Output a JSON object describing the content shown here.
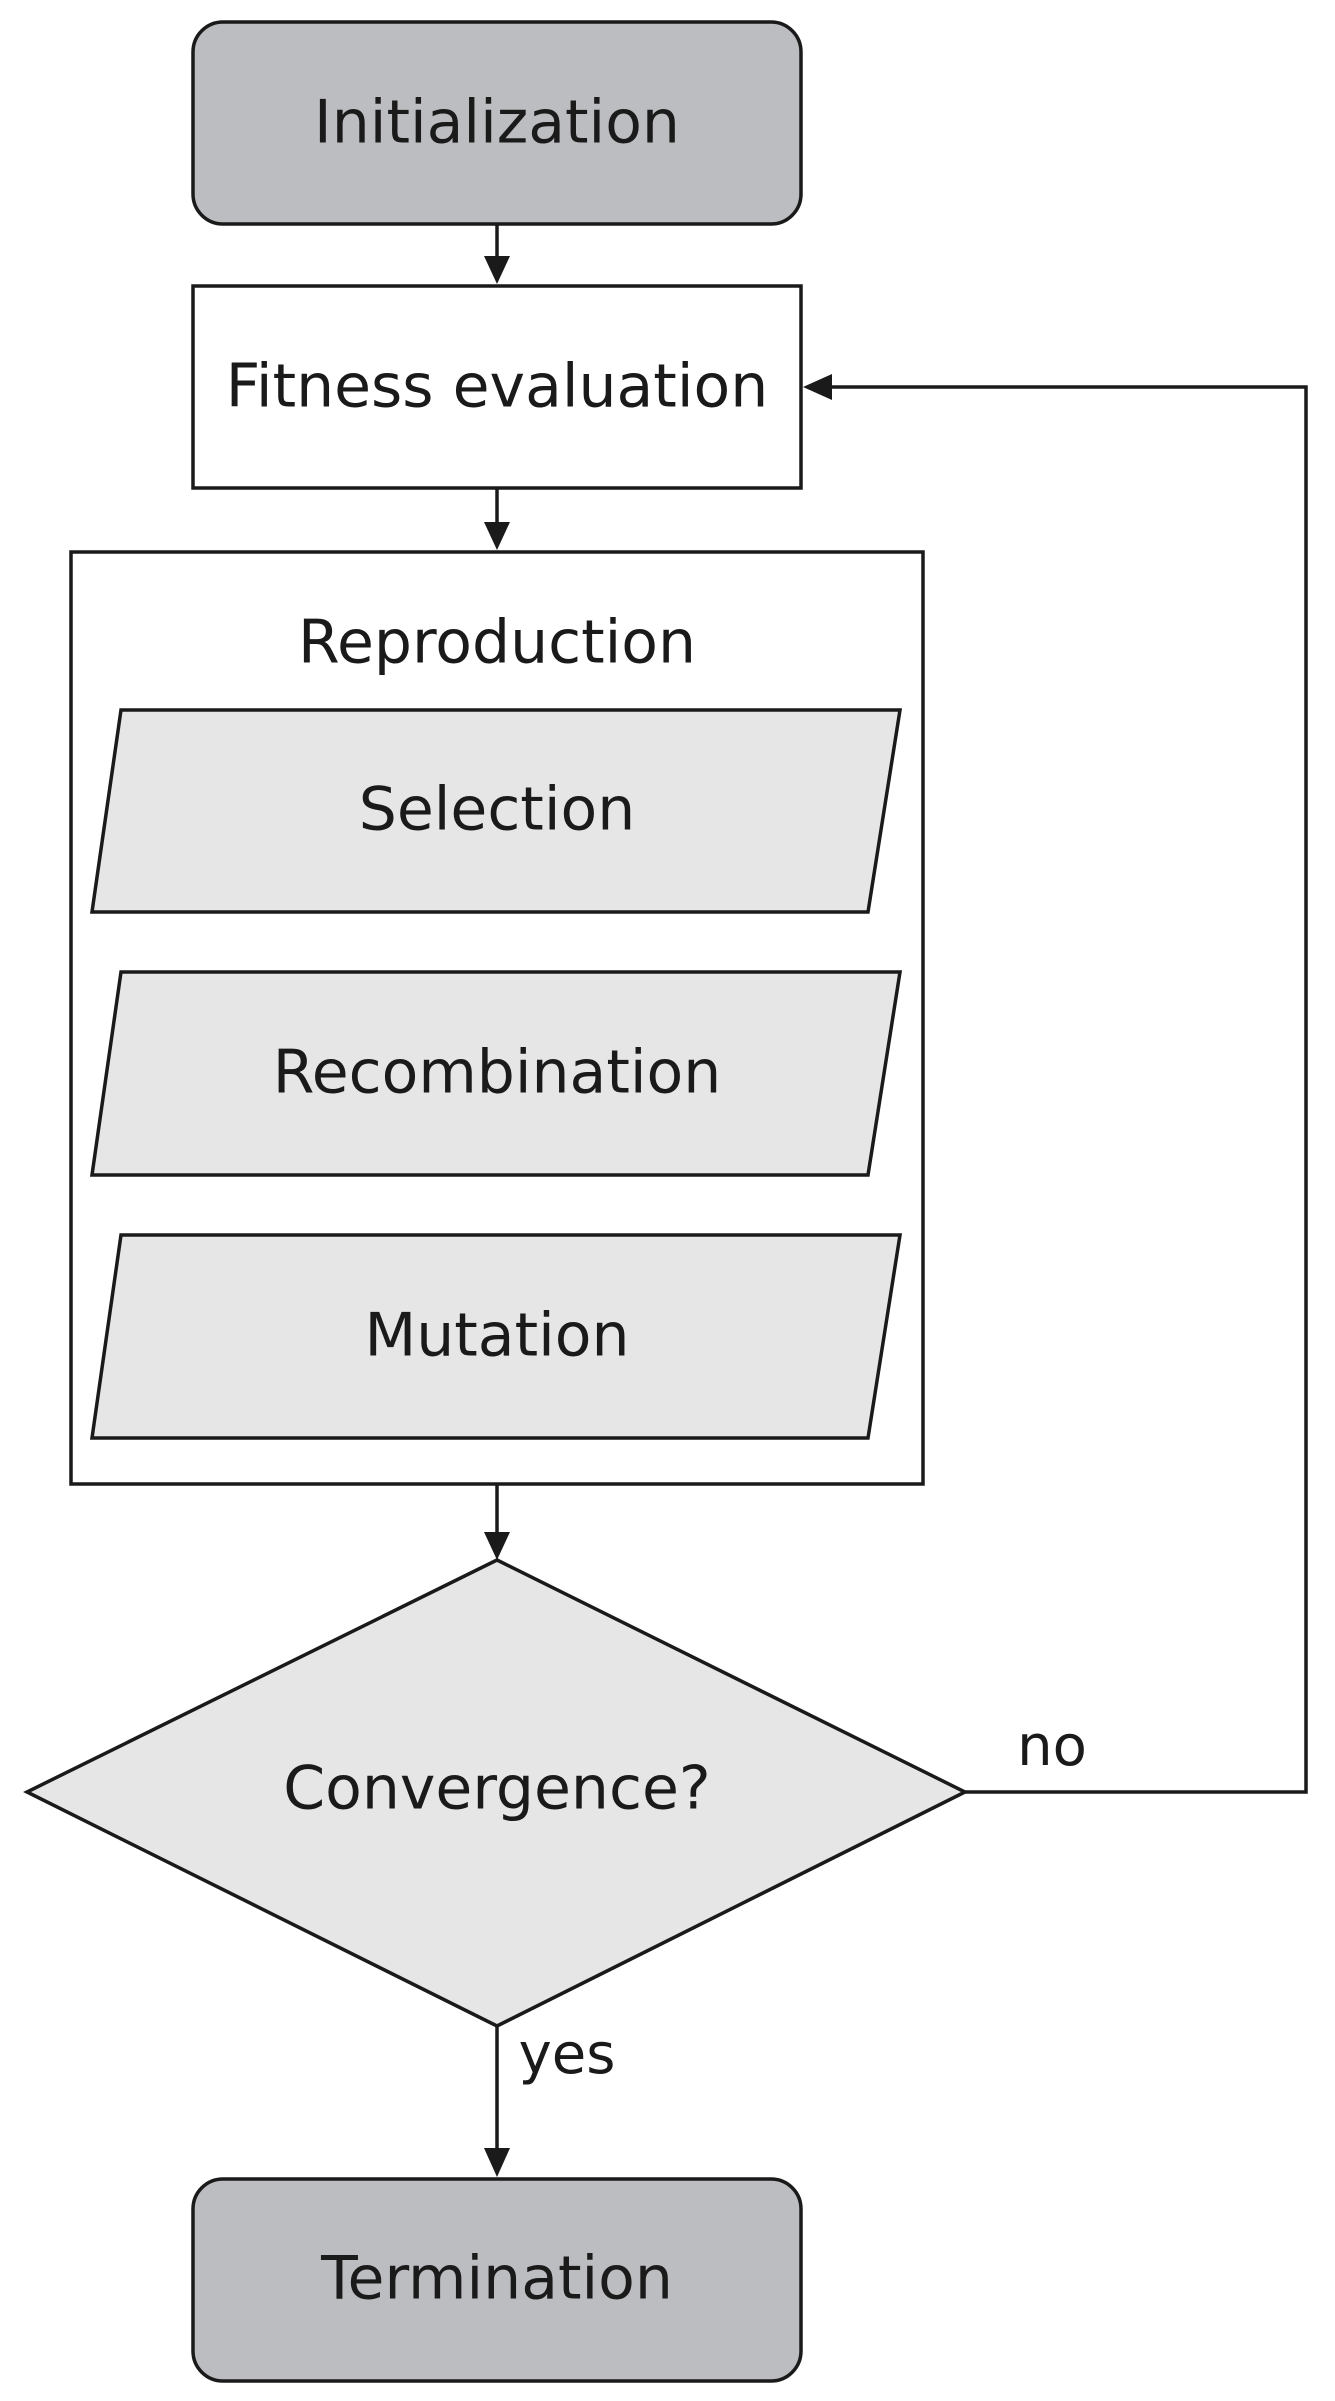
{
  "diagram": {
    "colors": {
      "terminal_fill": "#bcbdc0",
      "process_fill": "#ffffff",
      "step_fill": "#e6e6e6",
      "decision_fill": "#e6e6e6",
      "line": "#1a1a1a"
    },
    "nodes": {
      "initialization": {
        "label": "Initialization"
      },
      "fitness_evaluation": {
        "label": "Fitness evaluation"
      },
      "reproduction": {
        "label": "Reproduction",
        "steps": [
          {
            "label": "Selection"
          },
          {
            "label": "Recombination"
          },
          {
            "label": "Mutation"
          }
        ]
      },
      "convergence": {
        "label": "Convergence?"
      },
      "termination": {
        "label": "Termination"
      }
    },
    "edges": {
      "no_label": "no",
      "yes_label": "yes"
    }
  }
}
